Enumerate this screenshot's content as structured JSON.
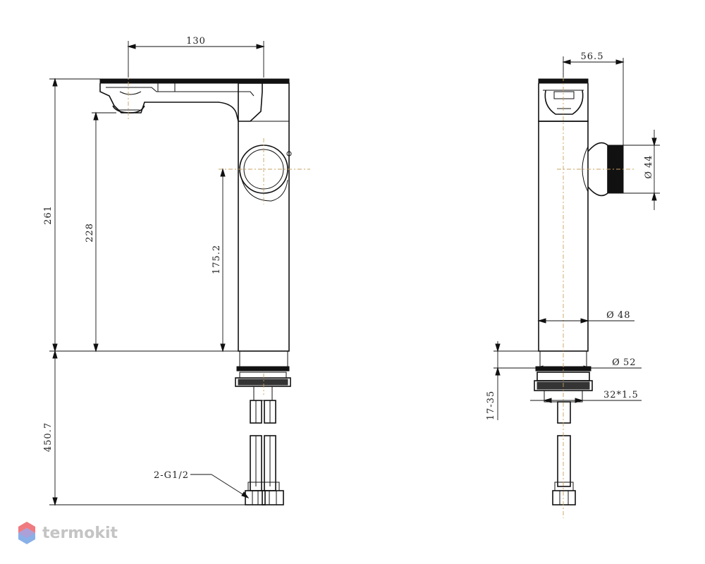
{
  "dimensions": {
    "spout_reach": "130",
    "total_height": "261",
    "spout_height": "228",
    "handle_height": "175.2",
    "below_deck": "450.7",
    "hose_thread": "2-G1/2",
    "side_offset": "56.5",
    "handle_diameter": "44",
    "body_diameter": "48",
    "base_diameter": "52",
    "mount_thread": "32*1.5",
    "deck_thickness": "17-35",
    "diameter_symbol": "Ø"
  },
  "brand": {
    "name": "termokit",
    "logo_colors": [
      "#f07a80",
      "#8ab0e8"
    ]
  }
}
